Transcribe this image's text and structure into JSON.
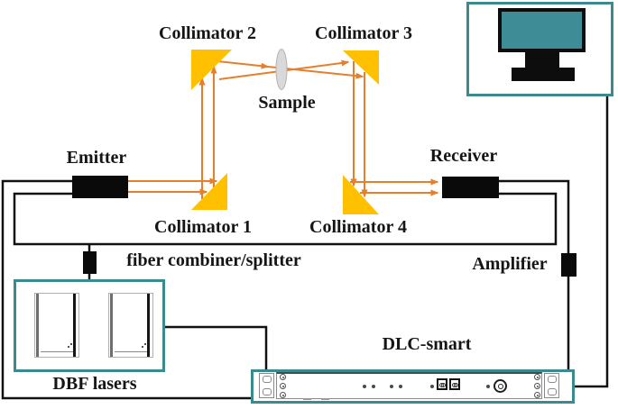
{
  "figure": {
    "type": "optical-setup-schematic",
    "labels": {
      "collimator1": "Collimator 1",
      "collimator2": "Collimator 2",
      "collimator3": "Collimator 3",
      "collimator4": "Collimator 4",
      "sample": "Sample",
      "emitter": "Emitter",
      "receiver": "Receiver",
      "fiber_combiner": "fiber combiner/splitter",
      "amplifier": "Amplifier",
      "dlc_smart": "DLC-smart",
      "dbf_lasers": "DBF lasers"
    },
    "icons": {
      "computer": "computer-monitor-icon",
      "laser_module": "rack-tower-line-drawing",
      "dlc_panel": "rack-front-panel-line-drawing"
    },
    "colors": {
      "teal": "#3a8a8e",
      "screen": "#3e8d96",
      "orange": "#e87d2a",
      "yellow": "#ffc000",
      "line": "#111111",
      "lens": "#d9d9d9"
    }
  }
}
